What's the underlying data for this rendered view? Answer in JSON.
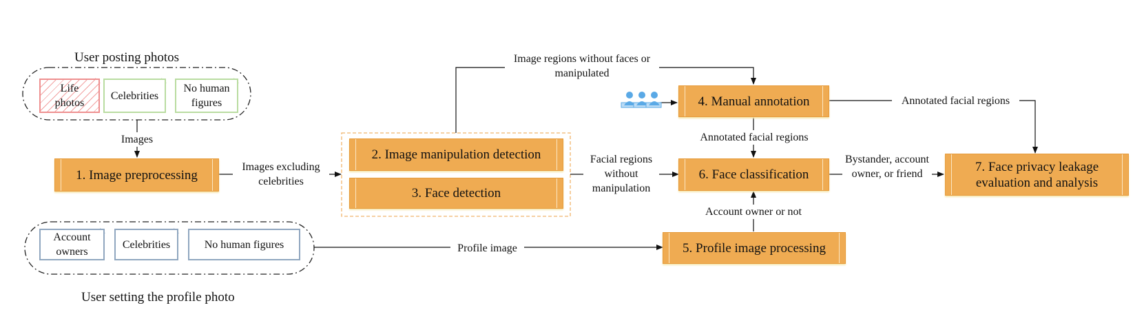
{
  "groups": {
    "posting_title": "User posting photos",
    "posting_cards": [
      "Life photos",
      "Celebrities",
      "No human figures"
    ],
    "profile_title": "User setting the profile photo",
    "profile_cards": [
      "Account owners",
      "Celebrities",
      "No human figures"
    ]
  },
  "steps": {
    "s1": "1. Image preprocessing",
    "s2": "2. Image manipulation detection",
    "s3": "3. Face detection",
    "s4": "4. Manual annotation",
    "s5": "5. Profile image processing",
    "s6": "6. Face classification",
    "s7": "7. Face privacy leakage evaluation and analysis"
  },
  "edges": {
    "images": "Images",
    "images_excluding": "Images excluding celebrities",
    "regions_without_faces": "Image regions without faces or manipulated",
    "facial_regions_without": "Facial regions without manipulation",
    "annotated_1": "Annotated facial regions",
    "annotated_2": "Annotated facial regions",
    "bystander": "Bystander, account owner, or friend",
    "account_owner_or_not": "Account owner or not",
    "profile_image": "Profile image"
  },
  "colors": {
    "process_fill": "#efab52",
    "dashed_group": "#f1b46a",
    "life_photos": "#ee8f8f",
    "celebrities_green": "#b9dca0",
    "profile_cards": "#8fa6bf",
    "annotators": "#5aa9e6"
  },
  "icons": [
    "annotators-icon"
  ]
}
